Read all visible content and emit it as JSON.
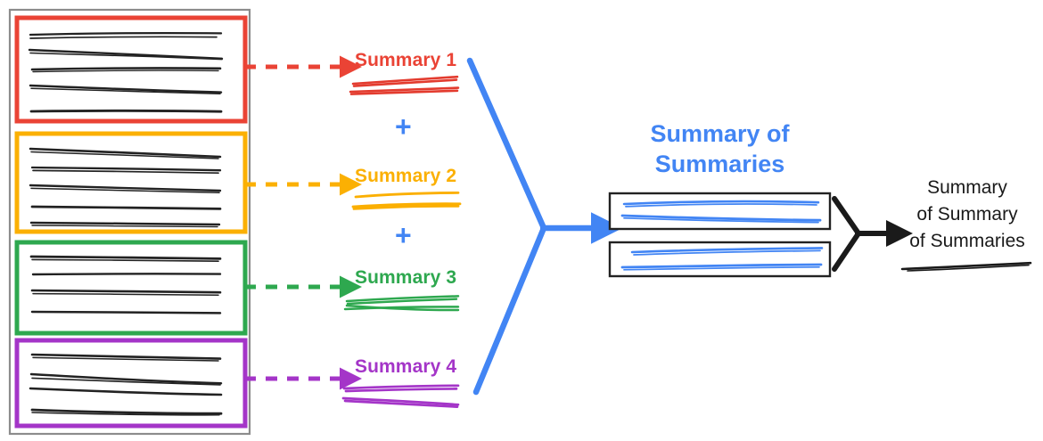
{
  "diagram": {
    "title_visible": false,
    "type": "hierarchical-summarization-flow",
    "background": "#ffffff"
  },
  "colors": {
    "red": "#EA4335",
    "orange": "#FBB003",
    "green": "#2EA84F",
    "purple": "#A435C8",
    "blue": "#4285F4",
    "black": "#1A1A1A",
    "gray_border": "#8C8C8C"
  },
  "source_panel": {
    "name": "source-documents-container",
    "documents": [
      {
        "id": "doc-1",
        "color_key": "red",
        "color": "#EA4335",
        "line_count": 5,
        "arrow": "dashed-arrow-red"
      },
      {
        "id": "doc-2",
        "color_key": "orange",
        "color": "#FBB003",
        "line_count": 5,
        "arrow": "dashed-arrow-orange"
      },
      {
        "id": "doc-3",
        "color_key": "green",
        "color": "#2EA84F",
        "line_count": 4,
        "arrow": "dashed-arrow-green"
      },
      {
        "id": "doc-4",
        "color_key": "purple",
        "color": "#A435C8",
        "line_count": 4,
        "arrow": "dashed-arrow-purple"
      }
    ]
  },
  "summaries": [
    {
      "label": "Summary 1",
      "color": "#EA4335",
      "color_key": "red",
      "scribble_lines": 2
    },
    {
      "label": "Summary 2",
      "color": "#FBB003",
      "color_key": "orange",
      "scribble_lines": 2
    },
    {
      "label": "Summary 3",
      "color": "#2EA84F",
      "color_key": "green",
      "scribble_lines": 2
    },
    {
      "label": "Summary 4",
      "color": "#A435C8",
      "color_key": "purple",
      "scribble_lines": 2
    }
  ],
  "operators": [
    {
      "symbol": "+",
      "color": "#4285F4",
      "between": "Summary 1 and Summary 2"
    },
    {
      "symbol": "+",
      "color": "#4285F4",
      "between": "Summary 2 and Summary 3"
    }
  ],
  "merge": {
    "blue_merge_arrow": "merge-arrow-blue",
    "black_merge_arrow": "merge-arrow-black"
  },
  "summary_of_summaries": {
    "title_line_1": "Summary of",
    "title_line_2": "Summaries",
    "color": "#4285F4",
    "boxes": [
      {
        "id": "sos-box-1",
        "scribble_lines": 2,
        "scribble_color": "#4285F4"
      },
      {
        "id": "sos-box-2",
        "scribble_lines": 2,
        "scribble_color": "#4285F4"
      }
    ]
  },
  "final_output": {
    "title_line_1": "Summary",
    "title_line_2": "of Summary",
    "title_line_3": "of Summaries",
    "color": "#1A1A1A",
    "scribble_lines": 1
  }
}
